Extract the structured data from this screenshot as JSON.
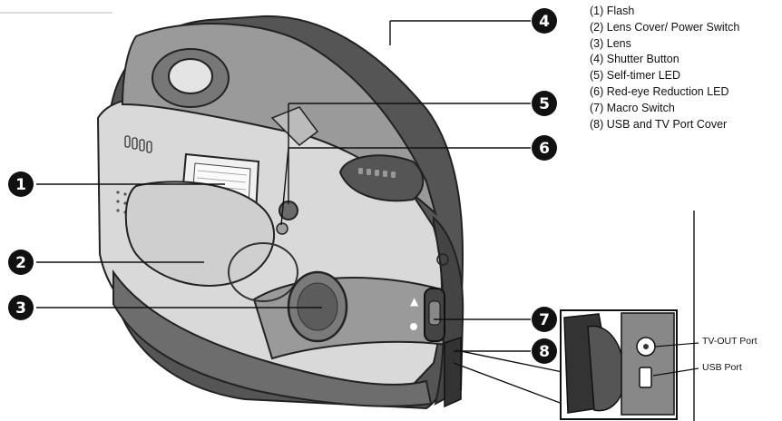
{
  "legend": [
    "(1) Flash",
    "(2) Lens Cover/ Power Switch",
    "(3) Lens",
    "(4) Shutter Button",
    "(5) Self-timer LED",
    "(6) Red-eye Reduction LED",
    "(7) Macro Switch",
    "(8) USB and TV Port Cover"
  ],
  "callouts": [
    "1",
    "2",
    "3",
    "4",
    "5",
    "6",
    "7",
    "8"
  ],
  "ports": {
    "tv_out": "TV-OUT Port",
    "usb": "USB Port"
  },
  "colors": {
    "body_light": "#d9d9d9",
    "body_mid": "#9a9a9a",
    "body_dark": "#555555",
    "callout": "#111111"
  }
}
